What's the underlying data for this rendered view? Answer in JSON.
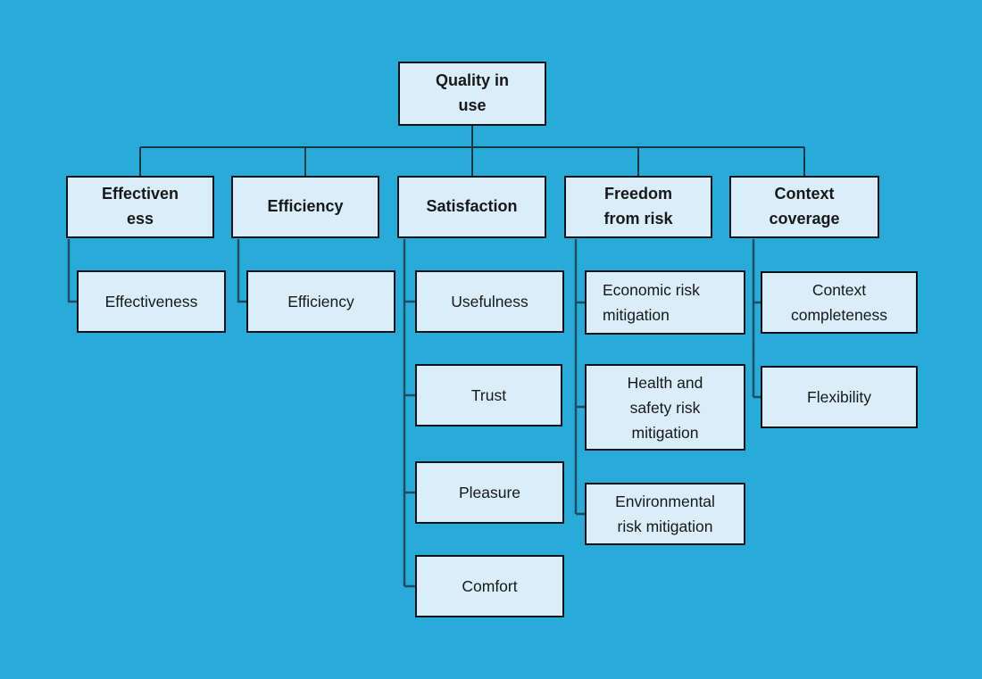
{
  "diagram": {
    "type": "tree",
    "colors": {
      "background": "#29abd9",
      "node_fill": "#d9eef8",
      "node_border": "#0c1318",
      "top_connector": "#173744",
      "branch_connector": "#1d4d63",
      "text": "#16181c"
    },
    "tree": {
      "root": {
        "label": "Quality in\nuse"
      },
      "branches": [
        {
          "label": "Effectiven\ness",
          "children": [
            {
              "label": "Effectiveness"
            }
          ]
        },
        {
          "label": "Efficiency",
          "children": [
            {
              "label": "Efficiency"
            }
          ]
        },
        {
          "label": "Satisfaction",
          "children": [
            {
              "label": "Usefulness"
            },
            {
              "label": "Trust"
            },
            {
              "label": "Pleasure"
            },
            {
              "label": "Comfort"
            }
          ]
        },
        {
          "label": "Freedom\nfrom risk",
          "children": [
            {
              "label": "Economic risk\nmitigation"
            },
            {
              "label": "Health and\nsafety risk\nmitigation"
            },
            {
              "label": "Environmental\nrisk mitigation"
            }
          ]
        },
        {
          "label": "Context\ncoverage",
          "children": [
            {
              "label": "Context\ncompleteness"
            },
            {
              "label": "Flexibility"
            }
          ]
        }
      ]
    }
  }
}
